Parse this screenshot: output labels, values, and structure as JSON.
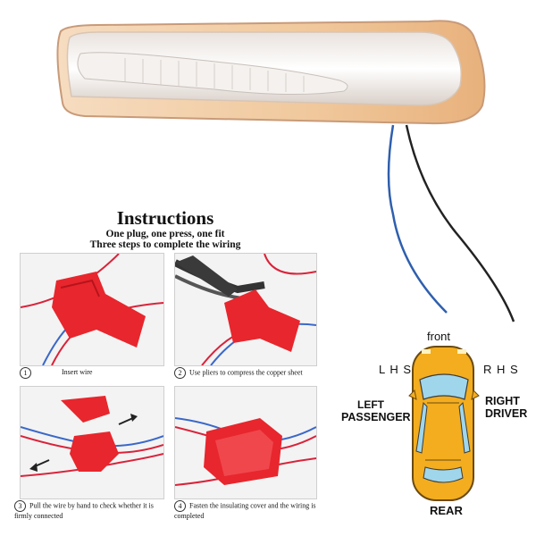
{
  "instructions": {
    "title": "Instructions",
    "line1": "One plug, one press, one fit",
    "line2": "Three steps to complete the wiring",
    "steps": [
      {
        "num": "1",
        "caption": "Insert wire"
      },
      {
        "num": "2",
        "caption": "Use pliers to compress the copper sheet"
      },
      {
        "num": "3",
        "caption": "Pull the wire by hand to check whether it is firmly connected"
      },
      {
        "num": "4",
        "caption": "Fasten the insulating cover and the wiring is completed"
      }
    ]
  },
  "car_diagram": {
    "front": "front",
    "lhs": "L H S",
    "rhs": "R H S",
    "left": "LEFT",
    "passenger": "PASSENGER",
    "right": "RIGHT",
    "driver": "DRIVER",
    "rear": "REAR"
  },
  "colors": {
    "connector_red": "#e8262d",
    "wire_red": "#d9233a",
    "wire_blue": "#3a68c8",
    "car_yellow": "#f3ad1f"
  }
}
